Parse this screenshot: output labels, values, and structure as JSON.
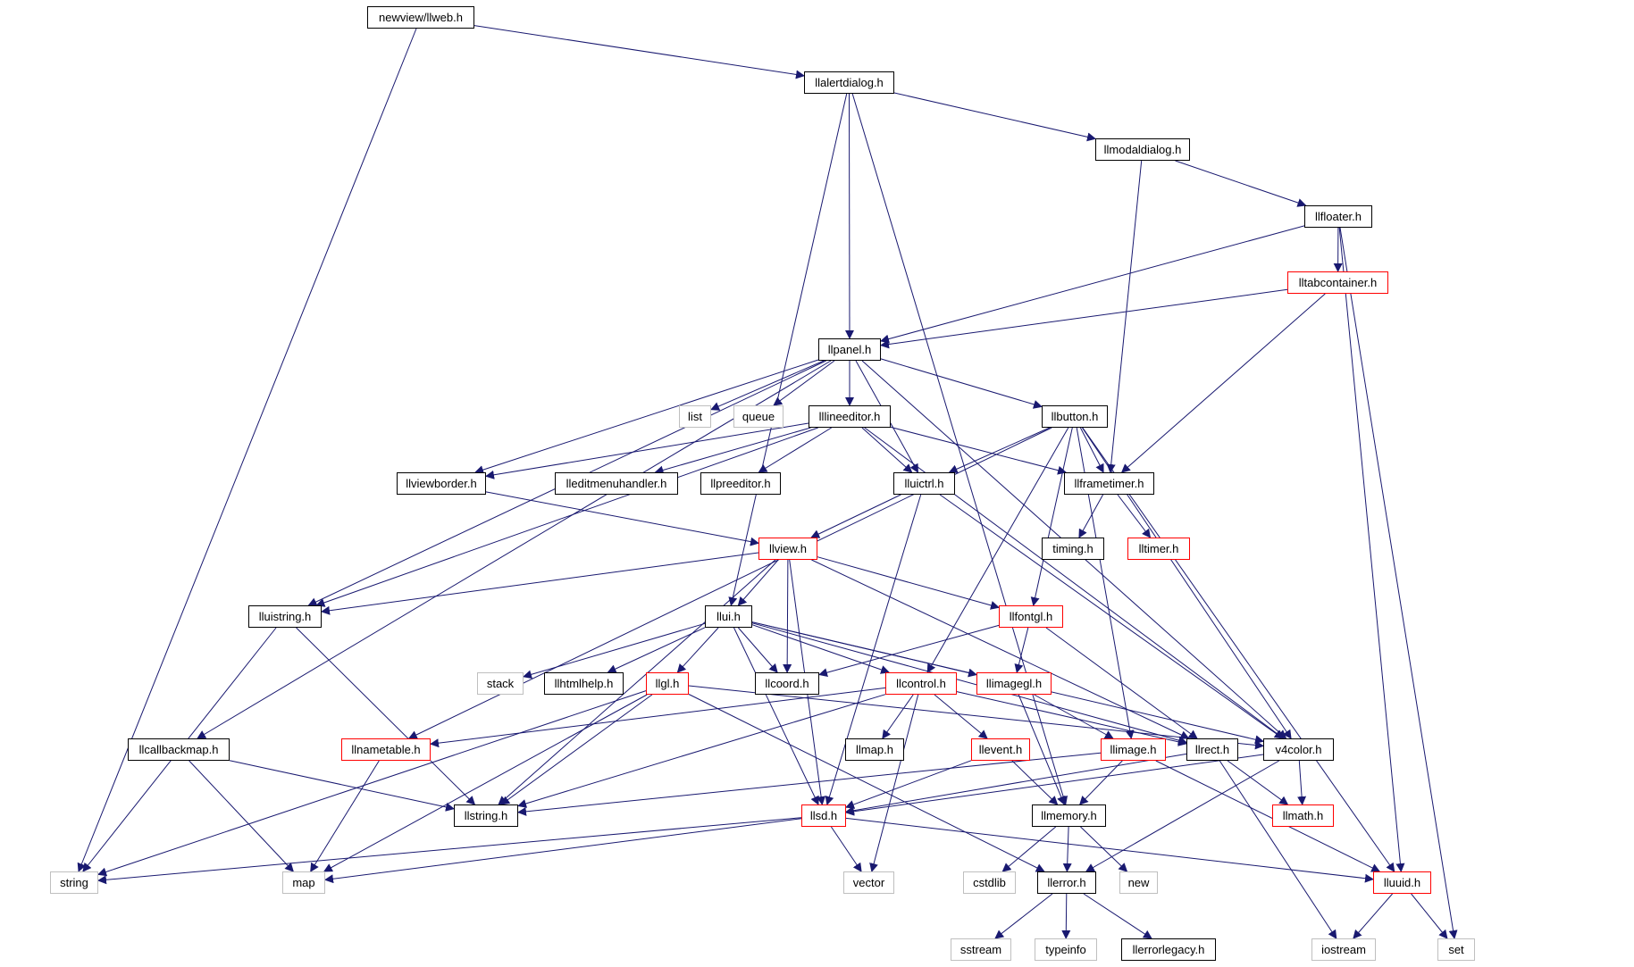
{
  "nodes": {
    "llweb": {
      "label": "newview/llweb.h",
      "style": "root"
    },
    "llalertdialog": {
      "label": "llalertdialog.h",
      "style": "black"
    },
    "llmodaldialog": {
      "label": "llmodaldialog.h",
      "style": "black"
    },
    "llfloater": {
      "label": "llfloater.h",
      "style": "black"
    },
    "lltabcontainer": {
      "label": "lltabcontainer.h",
      "style": "red"
    },
    "llpanel": {
      "label": "llpanel.h",
      "style": "black"
    },
    "list": {
      "label": "list",
      "style": "gray"
    },
    "queue": {
      "label": "queue",
      "style": "gray"
    },
    "lllineeditor": {
      "label": "lllineeditor.h",
      "style": "black"
    },
    "llbutton": {
      "label": "llbutton.h",
      "style": "black"
    },
    "llviewborder": {
      "label": "llviewborder.h",
      "style": "black"
    },
    "lleditmenuhandler": {
      "label": "lleditmenuhandler.h",
      "style": "black"
    },
    "llpreeditor": {
      "label": "llpreeditor.h",
      "style": "black"
    },
    "lluictrl": {
      "label": "lluictrl.h",
      "style": "black"
    },
    "llframetimer": {
      "label": "llframetimer.h",
      "style": "black"
    },
    "timing": {
      "label": "timing.h",
      "style": "black"
    },
    "lltimer": {
      "label": "lltimer.h",
      "style": "red"
    },
    "llview": {
      "label": "llview.h",
      "style": "red"
    },
    "lluistring": {
      "label": "lluistring.h",
      "style": "black"
    },
    "llui": {
      "label": "llui.h",
      "style": "black"
    },
    "llfontgl": {
      "label": "llfontgl.h",
      "style": "red"
    },
    "stack": {
      "label": "stack",
      "style": "gray"
    },
    "llhtmlhelp": {
      "label": "llhtmlhelp.h",
      "style": "black"
    },
    "llgl": {
      "label": "llgl.h",
      "style": "red"
    },
    "llcoord": {
      "label": "llcoord.h",
      "style": "black"
    },
    "llcontrol": {
      "label": "llcontrol.h",
      "style": "red"
    },
    "llimagegl": {
      "label": "llimagegl.h",
      "style": "red"
    },
    "llcallbackmap": {
      "label": "llcallbackmap.h",
      "style": "black"
    },
    "llnametable": {
      "label": "llnametable.h",
      "style": "red"
    },
    "llmap": {
      "label": "llmap.h",
      "style": "black"
    },
    "llevent": {
      "label": "llevent.h",
      "style": "red"
    },
    "llimage": {
      "label": "llimage.h",
      "style": "red"
    },
    "llrect": {
      "label": "llrect.h",
      "style": "black"
    },
    "v4color": {
      "label": "v4color.h",
      "style": "black"
    },
    "llstring": {
      "label": "llstring.h",
      "style": "black"
    },
    "llsd": {
      "label": "llsd.h",
      "style": "red"
    },
    "llmemory": {
      "label": "llmemory.h",
      "style": "black"
    },
    "llmath": {
      "label": "llmath.h",
      "style": "red"
    },
    "string": {
      "label": "string",
      "style": "gray"
    },
    "map": {
      "label": "map",
      "style": "gray"
    },
    "vector": {
      "label": "vector",
      "style": "gray"
    },
    "cstdlib": {
      "label": "cstdlib",
      "style": "gray"
    },
    "llerror": {
      "label": "llerror.h",
      "style": "black"
    },
    "new": {
      "label": "new",
      "style": "gray"
    },
    "lluuid": {
      "label": "lluuid.h",
      "style": "red"
    },
    "sstream": {
      "label": "sstream",
      "style": "gray"
    },
    "typeinfo": {
      "label": "typeinfo",
      "style": "gray"
    },
    "llerrorlegacy": {
      "label": "llerrorlegacy.h",
      "style": "black"
    },
    "iostream": {
      "label": "iostream",
      "style": "gray"
    },
    "set": {
      "label": "set",
      "style": "gray"
    }
  },
  "edges": [
    [
      "llweb",
      "llalertdialog"
    ],
    [
      "llweb",
      "string"
    ],
    [
      "llalertdialog",
      "llmodaldialog"
    ],
    [
      "llalertdialog",
      "llpanel"
    ],
    [
      "llalertdialog",
      "llui"
    ],
    [
      "llalertdialog",
      "llmemory"
    ],
    [
      "llmodaldialog",
      "llfloater"
    ],
    [
      "llmodaldialog",
      "llframetimer"
    ],
    [
      "llfloater",
      "lltabcontainer"
    ],
    [
      "llfloater",
      "llpanel"
    ],
    [
      "llfloater",
      "lluuid"
    ],
    [
      "llfloater",
      "set"
    ],
    [
      "lltabcontainer",
      "llpanel"
    ],
    [
      "lltabcontainer",
      "llframetimer"
    ],
    [
      "llpanel",
      "list"
    ],
    [
      "llpanel",
      "queue"
    ],
    [
      "llpanel",
      "lllineeditor"
    ],
    [
      "llpanel",
      "llbutton"
    ],
    [
      "llpanel",
      "llviewborder"
    ],
    [
      "llpanel",
      "lluictrl"
    ],
    [
      "llpanel",
      "lluistring"
    ],
    [
      "llpanel",
      "llcallbackmap"
    ],
    [
      "llpanel",
      "v4color"
    ],
    [
      "lllineeditor",
      "lleditmenuhandler"
    ],
    [
      "lllineeditor",
      "llpreeditor"
    ],
    [
      "lllineeditor",
      "llviewborder"
    ],
    [
      "lllineeditor",
      "lluictrl"
    ],
    [
      "lllineeditor",
      "llframetimer"
    ],
    [
      "lllineeditor",
      "lluistring"
    ],
    [
      "lllineeditor",
      "v4color"
    ],
    [
      "llbutton",
      "lluictrl"
    ],
    [
      "llbutton",
      "llframetimer"
    ],
    [
      "llbutton",
      "llfontgl"
    ],
    [
      "llbutton",
      "llcontrol"
    ],
    [
      "llbutton",
      "llimage"
    ],
    [
      "llbutton",
      "v4color"
    ],
    [
      "llbutton",
      "lluuid"
    ],
    [
      "llbutton",
      "llnametable"
    ],
    [
      "llviewborder",
      "llview"
    ],
    [
      "lluictrl",
      "llview"
    ],
    [
      "lluictrl",
      "llsd"
    ],
    [
      "lluictrl",
      "v4color"
    ],
    [
      "llframetimer",
      "timing"
    ],
    [
      "llframetimer",
      "lltimer"
    ],
    [
      "llview",
      "lluistring"
    ],
    [
      "llview",
      "llui"
    ],
    [
      "llview",
      "llfontgl"
    ],
    [
      "llview",
      "llcoord"
    ],
    [
      "llview",
      "llrect"
    ],
    [
      "llview",
      "llstring"
    ],
    [
      "llview",
      "llsd"
    ],
    [
      "lluistring",
      "llstring"
    ],
    [
      "lluistring",
      "string"
    ],
    [
      "llui",
      "stack"
    ],
    [
      "llui",
      "llhtmlhelp"
    ],
    [
      "llui",
      "llgl"
    ],
    [
      "llui",
      "llcoord"
    ],
    [
      "llui",
      "llcontrol"
    ],
    [
      "llui",
      "llimagegl"
    ],
    [
      "llui",
      "llrect"
    ],
    [
      "llui",
      "v4color"
    ],
    [
      "llui",
      "llsd"
    ],
    [
      "llfontgl",
      "llcoord"
    ],
    [
      "llfontgl",
      "llimagegl"
    ],
    [
      "llfontgl",
      "llrect"
    ],
    [
      "llgl",
      "string"
    ],
    [
      "llgl",
      "map"
    ],
    [
      "llgl",
      "llstring"
    ],
    [
      "llgl",
      "v4color"
    ],
    [
      "llgl",
      "llerror"
    ],
    [
      "llcontrol",
      "llmap"
    ],
    [
      "llcontrol",
      "llevent"
    ],
    [
      "llcontrol",
      "llstring"
    ],
    [
      "llcontrol",
      "llnametable"
    ],
    [
      "llcontrol",
      "vector"
    ],
    [
      "llcontrol",
      "llrect"
    ],
    [
      "llimagegl",
      "llimage"
    ],
    [
      "llimagegl",
      "llmemory"
    ],
    [
      "llcallbackmap",
      "llstring"
    ],
    [
      "llcallbackmap",
      "map"
    ],
    [
      "llnametable",
      "map"
    ],
    [
      "llevent",
      "llmemory"
    ],
    [
      "llevent",
      "llsd"
    ],
    [
      "llimage",
      "llmemory"
    ],
    [
      "llimage",
      "lluuid"
    ],
    [
      "llimage",
      "llstring"
    ],
    [
      "llrect",
      "llmath"
    ],
    [
      "llrect",
      "llsd"
    ],
    [
      "llrect",
      "iostream"
    ],
    [
      "v4color",
      "llmath"
    ],
    [
      "v4color",
      "llerror"
    ],
    [
      "v4color",
      "llsd"
    ],
    [
      "llsd",
      "string"
    ],
    [
      "llsd",
      "map"
    ],
    [
      "llsd",
      "vector"
    ],
    [
      "llsd",
      "lluuid"
    ],
    [
      "llmemory",
      "cstdlib"
    ],
    [
      "llmemory",
      "llerror"
    ],
    [
      "llmemory",
      "new"
    ],
    [
      "llerror",
      "sstream"
    ],
    [
      "llerror",
      "typeinfo"
    ],
    [
      "llerror",
      "llerrorlegacy"
    ],
    [
      "lluuid",
      "iostream"
    ],
    [
      "lluuid",
      "set"
    ]
  ],
  "colors": {
    "edge": "#191970",
    "node_border": "#000000",
    "node_border_red": "#ff0000",
    "node_border_gray": "#bfbfbf",
    "root_fill": "#bfbfbf",
    "background": "#ffffff"
  }
}
